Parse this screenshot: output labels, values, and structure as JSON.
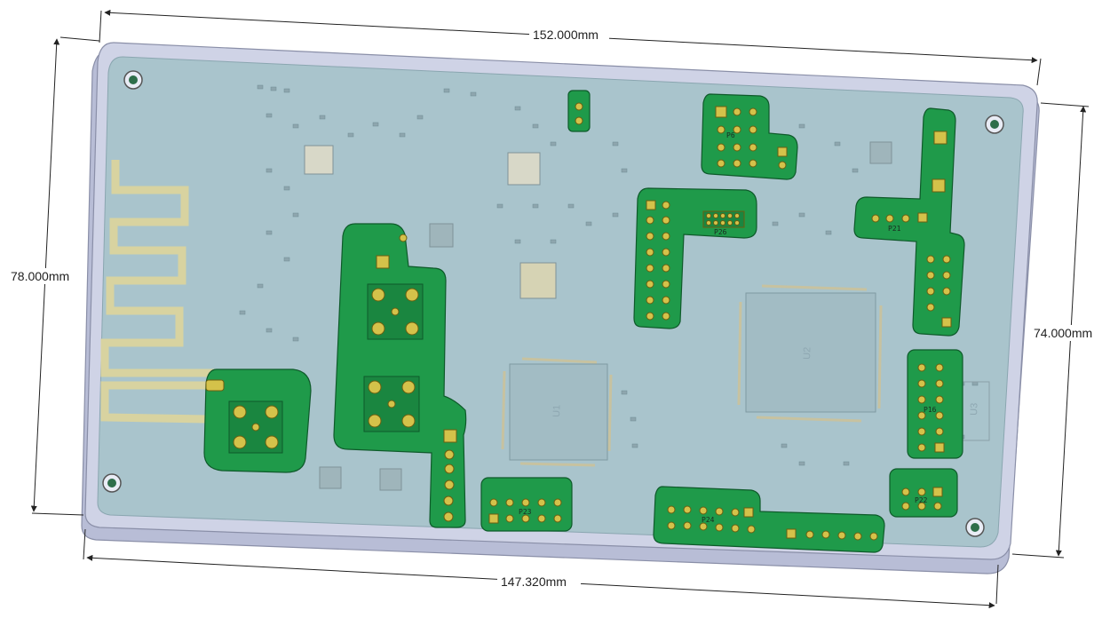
{
  "dimensions": {
    "top_width": "152.000mm",
    "bottom_width": "147.320mm",
    "left_height": "78.000mm",
    "right_height": "74.000mm"
  },
  "chips": {
    "u1": "U1",
    "u2": "U2",
    "u3": "U3"
  },
  "connectors": {
    "p23": "P23",
    "p24": "P24",
    "p26": "P26",
    "p21": "P21",
    "p22": "P22",
    "p16": "P16",
    "p6": "P6"
  },
  "colors": {
    "page": "#ffffff",
    "enclosure": "#cfd3e6",
    "board": "#a9c4cc",
    "pcb_green": "#1f9a4a",
    "pad_gold": "#d4c24a",
    "antenna": "#d8d3a0"
  }
}
